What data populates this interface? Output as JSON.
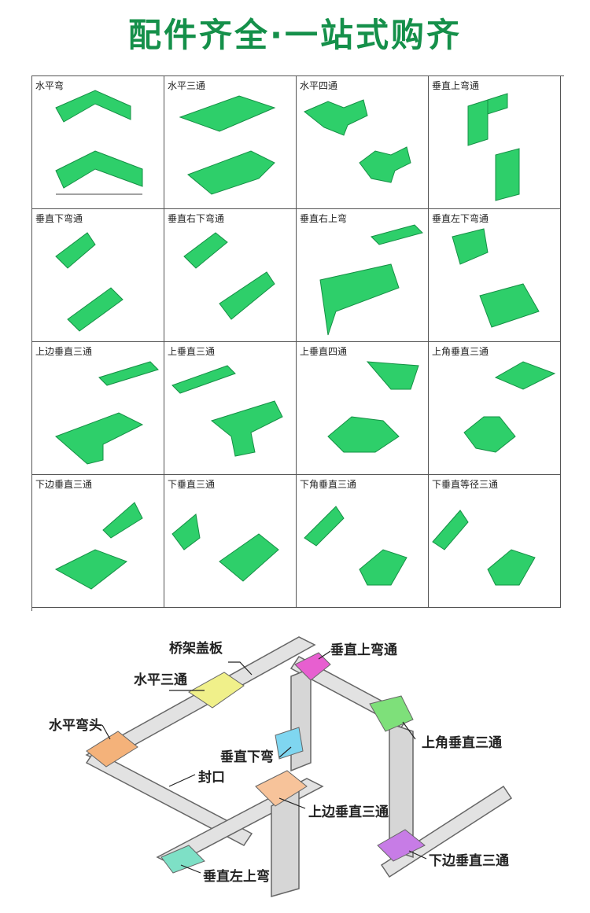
{
  "header": {
    "title": "配件齐全·一站式购齐"
  },
  "colors": {
    "accent_green": "#15904a",
    "part_green": "#2ecf6a"
  },
  "catalog": {
    "rows": [
      [
        {
          "label": "水平弯"
        },
        {
          "label": "水平三通"
        },
        {
          "label": "水平四通"
        },
        {
          "label": "垂直上弯通"
        }
      ],
      [
        {
          "label": "垂直下弯通"
        },
        {
          "label": "垂直右下弯通"
        },
        {
          "label": "垂直右上弯"
        },
        {
          "label": "垂直左下弯通"
        }
      ],
      [
        {
          "label": "上边垂直三通"
        },
        {
          "label": "上垂直三通"
        },
        {
          "label": "上垂直四通"
        },
        {
          "label": "上角垂直三通"
        }
      ],
      [
        {
          "label": "下边垂直三通"
        },
        {
          "label": "下垂直三通"
        },
        {
          "label": "下角垂直三通"
        },
        {
          "label": "下垂直等径三通"
        }
      ]
    ]
  },
  "diagram": {
    "callouts": {
      "cover": "桥架盖板",
      "vertical_up_elbow": "垂直上弯通",
      "horizontal_tee": "水平三通",
      "horizontal_elbow_head": "水平弯头",
      "vertical_down_elbow": "垂直下弯",
      "upper_corner_vertical_tee": "上角垂直三通",
      "end_cap": "封口",
      "upper_side_vertical_tee": "上边垂直三通",
      "lower_side_vertical_tee": "下边垂直三通",
      "vertical_left_up_elbow": "垂直左上弯"
    },
    "part_colors": {
      "elbow_head": "#f4b27a",
      "tee": "#f0f08a",
      "up_elbow": "#e75fd0",
      "down_elbow": "#7fd6f0",
      "corner_tee": "#7ee07a",
      "side_tee": "#f7c39a",
      "lower_tee": "#c77ce6",
      "left_up": "#7ee0c6"
    }
  }
}
